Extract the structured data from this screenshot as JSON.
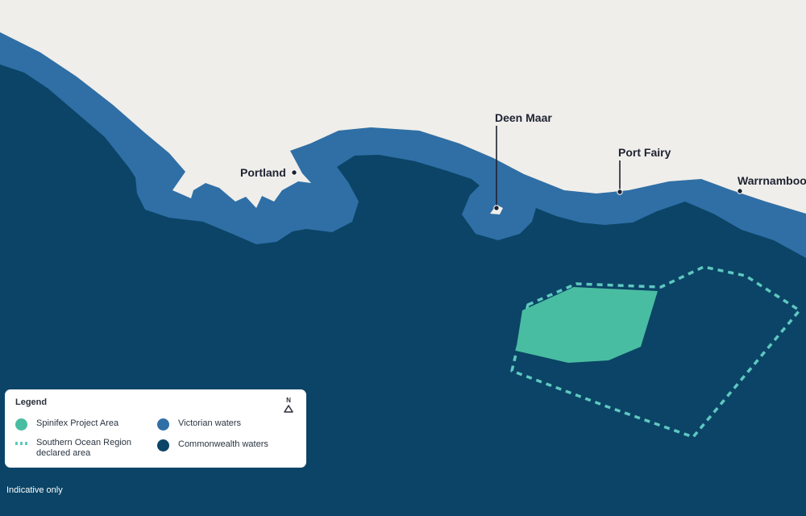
{
  "map": {
    "places": [
      {
        "id": "portland",
        "name": "Portland"
      },
      {
        "id": "deen-maar",
        "name": "Deen Maar"
      },
      {
        "id": "port-fairy",
        "name": "Port Fairy"
      },
      {
        "id": "warrnambool",
        "name": "Warrnambool"
      }
    ],
    "colors": {
      "land": "#efeeeb",
      "victorian_waters": "#2f6fa6",
      "commonwealth_waters": "#0b4466",
      "spinifex_project_area": "#49bda1",
      "southern_ocean_region": "#5ec8c0",
      "label_text": "#1e2230"
    }
  },
  "legend": {
    "title": "Legend",
    "north_label": "N",
    "items": [
      {
        "label": "Spinifex Project Area",
        "symbol": "filled-circle",
        "color": "#49bda1"
      },
      {
        "label": "Southern Ocean Region declared area",
        "symbol": "dashed-line",
        "color": "#5ec8c0"
      },
      {
        "label": "Victorian waters",
        "symbol": "filled-circle",
        "color": "#2f6fa6"
      },
      {
        "label": "Commonwealth waters",
        "symbol": "filled-circle",
        "color": "#0b4466"
      }
    ]
  },
  "footer": {
    "note": "Indicative only"
  }
}
